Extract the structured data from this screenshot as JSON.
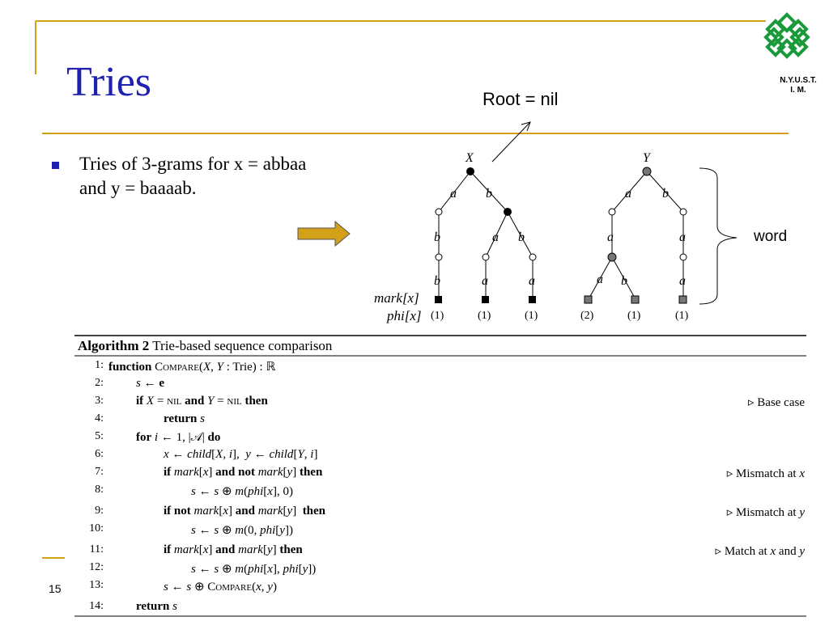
{
  "slide": {
    "title": "Tries",
    "page_number": "15",
    "logo_text": "N.Y.U.S.T.\nI. M.",
    "bullet": "Tries of 3-grams for x = abbaa and y = baaaab.",
    "colors": {
      "title": "#1f1fb0",
      "rule": "#d4a017",
      "arrow_fill": "#d4a017",
      "bullet": "#1f1fb0"
    }
  },
  "diagram": {
    "root_label": "Root = nil",
    "word_label": "word",
    "mark_label": "mark[x]",
    "phi_label": "phi[x]",
    "tree_x": {
      "name": "X",
      "level1": [
        "a",
        "b"
      ],
      "level2": [
        "b",
        "a",
        "b"
      ],
      "level3": [
        "b",
        "a",
        "a"
      ],
      "phi": [
        "(1)",
        "(1)",
        "(1)"
      ]
    },
    "tree_y": {
      "name": "Y",
      "level1": [
        "a",
        "b"
      ],
      "level2": [
        "a",
        "a"
      ],
      "level3": [
        "a",
        "b",
        "a"
      ],
      "phi": [
        "(2)",
        "(1)",
        "(1)"
      ]
    }
  },
  "algorithm": {
    "title_bold": "Algorithm 2",
    "title_rest": " Trie-based sequence comparison",
    "lines": [
      {
        "n": "1:",
        "indent": 0,
        "html": "<span class='kw'>function</span> <span class='sc'>Compare</span>(<i>X</i>, <i>Y</i> : Trie) : ℝ",
        "comment": ""
      },
      {
        "n": "2:",
        "indent": 1,
        "html": "<i>s</i> ← <b>e</b>",
        "comment": ""
      },
      {
        "n": "3:",
        "indent": 1,
        "html": "<span class='kw'>if</span> <i>X</i> = <span class='sc'>nil</span> <span class='kw'>and</span> <i>Y</i> = <span class='sc'>nil</span> <span class='kw'>then</span>",
        "comment": "▹ Base case"
      },
      {
        "n": "4:",
        "indent": 2,
        "html": "<span class='kw'>return</span> <i>s</i>",
        "comment": ""
      },
      {
        "n": "5:",
        "indent": 1,
        "html": "<span class='kw'>for</span> <i>i</i> ← 1, |𝒜| <span class='kw'>do</span>",
        "comment": ""
      },
      {
        "n": "6:",
        "indent": 2,
        "html": "<i>x</i> ← <i>child</i>[<i>X</i>, <i>i</i>],&nbsp; <i>y</i> ← <i>child</i>[<i>Y</i>, <i>i</i>]",
        "comment": ""
      },
      {
        "n": "7:",
        "indent": 2,
        "html": "<span class='kw'>if</span> <i>mark</i>[<i>x</i>] <span class='kw'>and not</span> <i>mark</i>[<i>y</i>] <span class='kw'>then</span>",
        "comment": "▹ Mismatch at <i>x</i>"
      },
      {
        "n": "8:",
        "indent": 3,
        "html": "<i>s</i> ← <i>s</i> ⊕ <i>m</i>(<i>phi</i>[<i>x</i>], 0)",
        "comment": ""
      },
      {
        "n": "9:",
        "indent": 2,
        "html": "<span class='kw'>if not</span> <i>mark</i>[<i>x</i>] <span class='kw'>and</span> <i>mark</i>[<i>y</i>]&nbsp; <span class='kw'>then</span>",
        "comment": "▹ Mismatch at <i>y</i>"
      },
      {
        "n": "10:",
        "indent": 3,
        "html": "<i>s</i> ← <i>s</i> ⊕ <i>m</i>(0, <i>phi</i>[<i>y</i>])",
        "comment": ""
      },
      {
        "n": "11:",
        "indent": 2,
        "html": "<span class='kw'>if</span> <i>mark</i>[<i>x</i>] <span class='kw'>and</span> <i>mark</i>[<i>y</i>] <span class='kw'>then</span>",
        "comment": "▹ Match at <i>x</i> and <i>y</i>"
      },
      {
        "n": "12:",
        "indent": 3,
        "html": "<i>s</i> ← <i>s</i> ⊕ <i>m</i>(<i>phi</i>[<i>x</i>], <i>phi</i>[<i>y</i>])",
        "comment": ""
      },
      {
        "n": "13:",
        "indent": 2,
        "html": "<i>s</i> ← <i>s</i> ⊕ <span class='sc'>Compare</span>(<i>x</i>, <i>y</i>)",
        "comment": ""
      },
      {
        "n": "14:",
        "indent": 1,
        "html": "<span class='kw'>return</span> <i>s</i>",
        "comment": ""
      }
    ]
  }
}
